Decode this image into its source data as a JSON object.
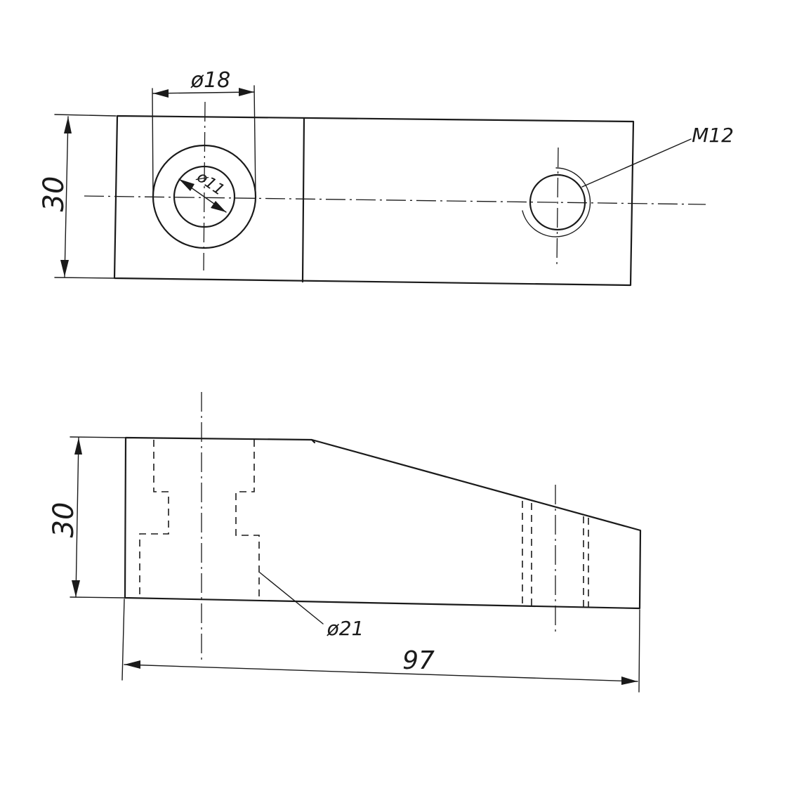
{
  "top_view": {
    "height_dim": "30",
    "counterbore_dim": "ø18",
    "hole_dim": "ø11",
    "thread_dim": "M12"
  },
  "side_view": {
    "height_dim": "30",
    "bore_dim": "ø21",
    "length_dim": "97"
  }
}
